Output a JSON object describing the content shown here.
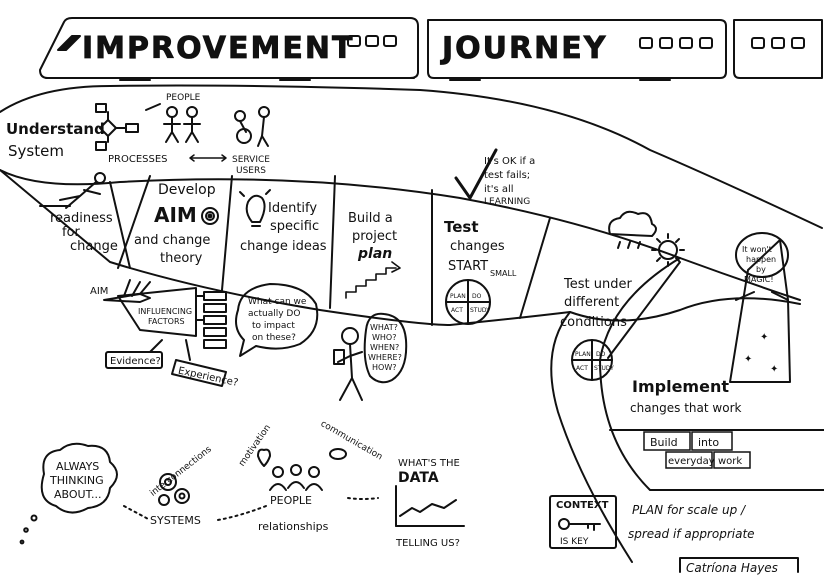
{
  "train": {
    "title_word1": "IMPROVEMENT",
    "title_word2": "JOURNEY"
  },
  "road": {
    "start_lines": [
      "Understand",
      "System"
    ],
    "processes": "PROCESSES",
    "people": "PEOPLE",
    "service_users": [
      "SERVICE",
      "USERS"
    ],
    "readiness": [
      "readiness",
      "for",
      "change"
    ],
    "develop": "Develop",
    "aim": "AIM",
    "aim_theory": [
      "and change",
      "theory"
    ],
    "identify": [
      "Identify",
      "specific",
      "change ideas"
    ],
    "build_plan": [
      "Build a",
      "project",
      "plan"
    ],
    "test_changes": [
      "Test",
      "changes",
      "START",
      "SMALL"
    ],
    "test_conditions": [
      "Test under",
      "different",
      "conditions"
    ],
    "implement": [
      "Implement",
      "changes that work"
    ],
    "build_into": [
      "Build",
      "into",
      "everyday",
      "work"
    ]
  },
  "notes": {
    "its_ok": [
      "It's OK if a",
      "test fails;",
      "it's all",
      "LEARNING"
    ],
    "magic": [
      "It won't",
      "happen",
      "by",
      "MAGIC!"
    ],
    "aim_label": "AIM",
    "influencing": [
      "INFLUENCING",
      "FACTORS"
    ],
    "evidence": "Evidence?",
    "experience": "Experience?",
    "what_can_we": [
      "What can we",
      "actually DO",
      "to impact",
      "on these?"
    ],
    "questions": [
      "WHAT?",
      "WHO?",
      "WHEN?",
      "WHERE?",
      "HOW?"
    ],
    "pdsa": [
      "PLAN",
      "DO",
      "ACT",
      "STUDY"
    ]
  },
  "bottom": {
    "always": [
      "ALWAYS",
      "THINKING",
      "ABOUT..."
    ],
    "interconnections": "interconnections",
    "systems": "SYSTEMS",
    "motivation": "motivation",
    "communication": "communication",
    "people": "PEOPLE",
    "relationships": "relationships",
    "data_q": [
      "WHAT'S THE",
      "DATA",
      "TELLING US?"
    ],
    "context": [
      "CONTEXT",
      "IS KEY"
    ],
    "plan_scale": [
      "PLAN for scale up /",
      "spread if appropriate"
    ],
    "signature": "Catríona Hayes"
  }
}
